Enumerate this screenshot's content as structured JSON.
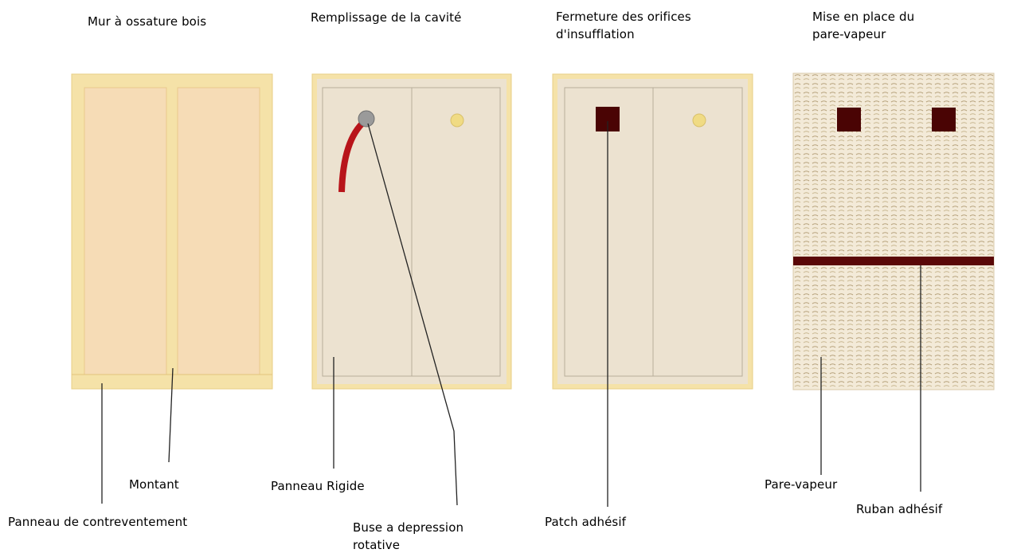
{
  "steps": [
    {
      "title": "Mur à ossature bois",
      "labels": {
        "bracing_panel": "Panneau de contreventement",
        "stud": "Montant"
      }
    },
    {
      "title": "Remplissage de la cavité",
      "labels": {
        "rigid_panel": "Panneau Rigide",
        "nozzle_line1": "Buse a depression",
        "nozzle_line2": "rotative"
      }
    },
    {
      "title_line1": "Fermeture des orifices",
      "title_line2": "d'insufflation",
      "labels": {
        "patch": "Patch adhésif"
      }
    },
    {
      "title_line1": "Mise en place du",
      "title_line2": "pare-vapeur",
      "labels": {
        "vapor_barrier": "Pare-vapeur",
        "tape": "Ruban adhésif"
      }
    }
  ],
  "colors": {
    "frame_wood": "#f5e2a8",
    "frame_edge": "#e8cf86",
    "bracing_fill": "#f6dcb6",
    "rigid_panel_fill": "#ece2d0",
    "hole_yellow": "#f0db84",
    "hose_red": "#b8141a",
    "nozzle_grey": "#9a9a9a",
    "patch_dark": "#4a0404",
    "tape_dark": "#5a0808",
    "vapor_fill": "#f3ead8",
    "leader_line": "#222222"
  }
}
